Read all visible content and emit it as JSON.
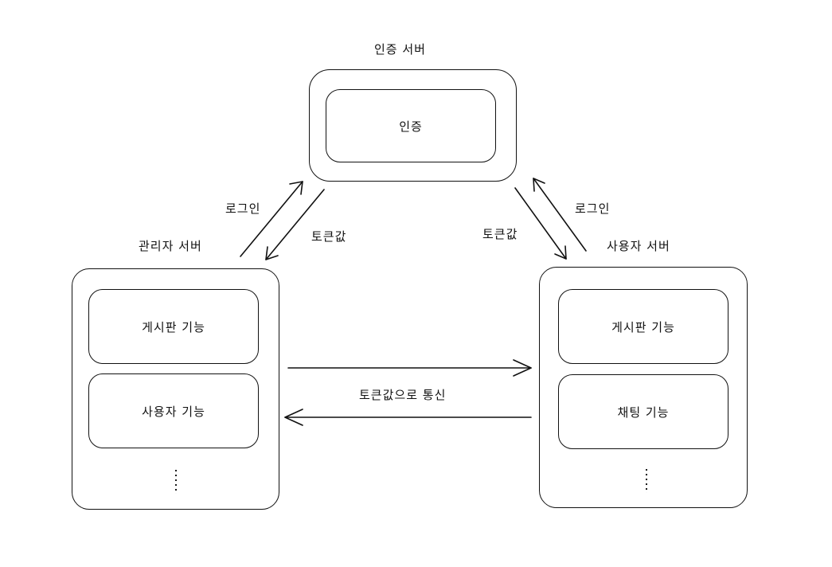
{
  "auth_server": {
    "title": "인증 서버",
    "module": "인증"
  },
  "admin_server": {
    "title": "관리자 서버",
    "modules": [
      "게시판 기능",
      "사용자 기능"
    ],
    "more": "⋮"
  },
  "user_server": {
    "title": "사용자 서버",
    "modules": [
      "게시판 기능",
      "채팅 기능"
    ],
    "more": "⋮"
  },
  "edges": {
    "admin_login": "로그인",
    "admin_token": "토큰값",
    "user_login": "로그인",
    "user_token": "토큰값",
    "server_comm": "토큰값으로 통신"
  }
}
